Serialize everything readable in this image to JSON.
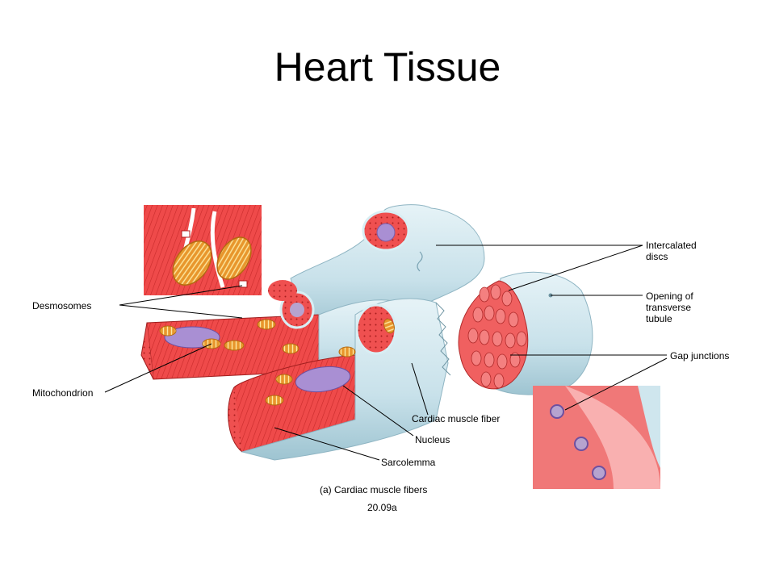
{
  "slide": {
    "title": "Heart Tissue"
  },
  "labels": {
    "intercalated_discs": [
      "Intercalated",
      "discs"
    ],
    "desmosomes": "Desmosomes",
    "opening_transverse_tubule": [
      "Opening of",
      "transverse",
      "tubule"
    ],
    "gap_junctions": "Gap junctions",
    "mitochondrion": "Mitochondrion",
    "cardiac_muscle_fiber": "Cardiac muscle fiber",
    "nucleus": "Nucleus",
    "sarcolemma": "Sarcolemma"
  },
  "caption": {
    "main": "(a) Cardiac muscle fibers",
    "figure_id": "20.09a"
  },
  "colors": {
    "muscle_red": "#ef4a4a",
    "sarcolemma_blue": "#cfe6ee",
    "nucleus_purple": "#a98fd3",
    "mito_orange": "#e8962c"
  }
}
